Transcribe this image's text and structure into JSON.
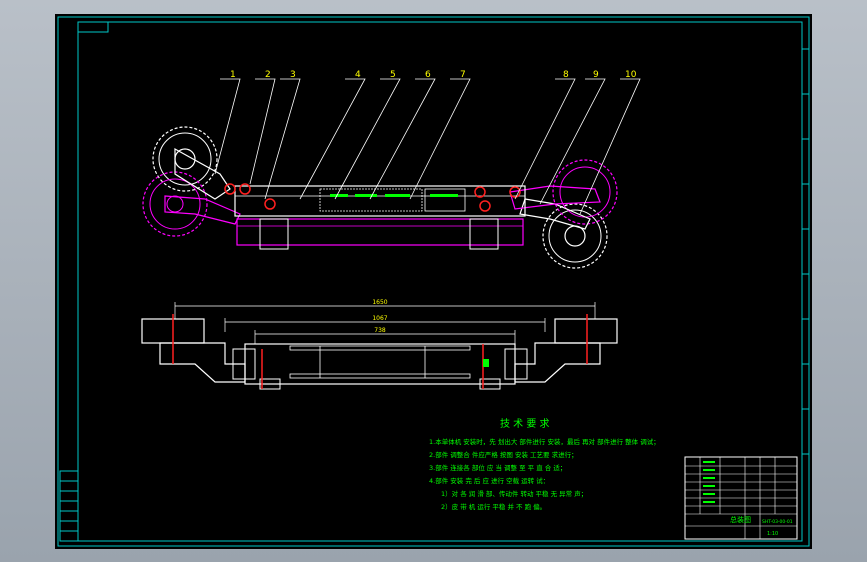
{
  "drawing": {
    "balloons": [
      "1",
      "2",
      "3",
      "4",
      "5",
      "6",
      "7",
      "8",
      "9",
      "10"
    ],
    "dims": [
      "1650",
      "1067",
      "738"
    ],
    "tech_title": "技 术 要 求",
    "notes": [
      "1.本单体机 安装时，先 划出大 部件进行 安装，最后 再对 部件进行 整体 调试；",
      "2.部件 调整合 件应严格 按图 安装 工艺要 求进行；",
      "3.部件 连接各 部位 应 当 调整 至 平 直 合 适；",
      "4.部件 安装 完 后 应 进行 空载 运转 试：",
      "1）对 各 润 滑 部、传动件 转动 平稳 无 异常 声；",
      "2）皮 带 机 运行 平稳 并 不 跑 偏。"
    ],
    "title_block": {
      "drawing_label": "总装图",
      "part_no": "SHT-03-00-01",
      "scale": "1:10"
    }
  },
  "colors": {
    "border": "#00c8c8",
    "white": "#ffffff",
    "magenta": "#ff00ff",
    "green": "#00ff00",
    "red": "#ff2020",
    "yellow": "#ffff00"
  }
}
